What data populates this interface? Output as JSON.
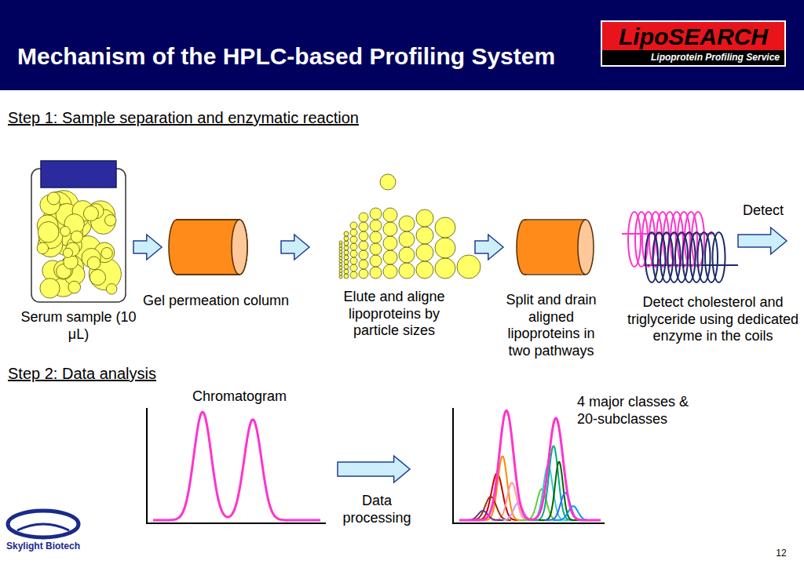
{
  "diagram": {
    "title": "Mechanism of the HPLC-based Profiling System",
    "nodes": [
      {
        "text": [
          "LipoSEARCH",
          "Lipoprotein Profiling Service"
        ]
      }
    ],
    "labels": [
      "Step 1: Sample separation and enzymatic reaction",
      "Serum sample (10 μL)",
      "Gel permeation column",
      "Elute and aligne lipoproteins by particle sizes",
      "Split and drain aligned lipoproteins in two pathways",
      "Detect cholesterol and triglyceride using dedicated enzyme in the coils",
      "Detect",
      "Step 2: Data analysis",
      "Chromatogram",
      "Data processing",
      "4 major classes & 20-subclasses",
      "Skylight Biotech",
      "12"
    ]
  }
}
